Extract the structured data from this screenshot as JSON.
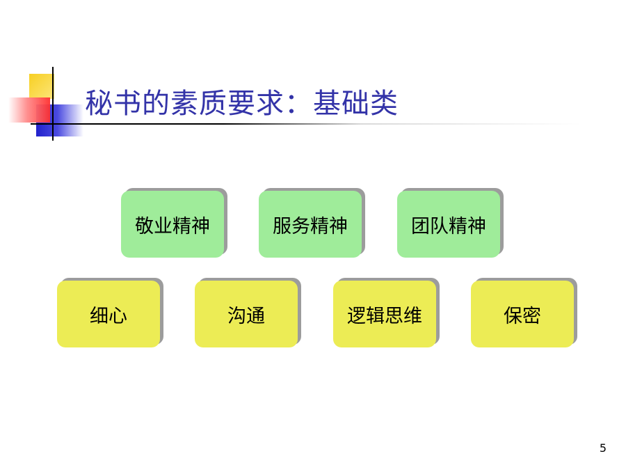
{
  "slide": {
    "title": "秘书的素质要求：基础类",
    "page_number": "5"
  },
  "boxes": {
    "row1": [
      "敬业精神",
      "服务精神",
      "团队精神"
    ],
    "row2": [
      "细心",
      "沟通",
      "逻辑思维",
      "保密"
    ]
  },
  "colors": {
    "title": "#3333a8",
    "row1_fill": "#9fec9a",
    "row2_fill": "#ecec55",
    "shadow": "#9c9c9c"
  }
}
